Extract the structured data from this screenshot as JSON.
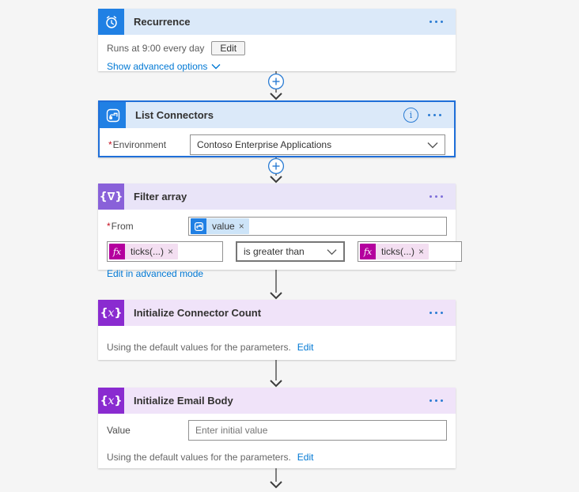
{
  "icons": {
    "filter_glyph": "{∇}",
    "variable_glyph": "{x}",
    "fx_glyph": "fx",
    "close_glyph": "×",
    "info_glyph": "i",
    "required_mark": "*"
  },
  "colors": {
    "blue_accent": "#2080e4",
    "blue_header": "#dbe9f9",
    "selected_border": "#1f6fd9",
    "purple_accent": "#8961d9",
    "purple_header": "#e9e4f8",
    "violet_accent": "#8a2bd0",
    "violet_header": "#f0e3f9",
    "magenta_fx": "#b4009e",
    "link_blue": "#0078d4"
  },
  "recurrence": {
    "title": "Recurrence",
    "summary": "Runs at 9:00 every day",
    "edit_button": "Edit",
    "advanced_link": "Show advanced options"
  },
  "list_connectors": {
    "title": "List Connectors",
    "environment_label": "Environment",
    "environment_value": "Contoso Enterprise Applications"
  },
  "filter_array": {
    "title": "Filter array",
    "from_label": "From",
    "from_token": "value",
    "left_token": "ticks(...)",
    "operator_value": "is greater than",
    "right_token": "ticks(...)",
    "advanced_link": "Edit in advanced mode"
  },
  "initialize_connector_count": {
    "title": "Initialize Connector Count",
    "defaults_text": "Using the default values for the parameters.",
    "edit_link": "Edit"
  },
  "initialize_email_body": {
    "title": "Initialize Email Body",
    "value_label": "Value",
    "value_placeholder": "Enter initial value",
    "defaults_text": "Using the default values for the parameters.",
    "edit_link": "Edit"
  }
}
